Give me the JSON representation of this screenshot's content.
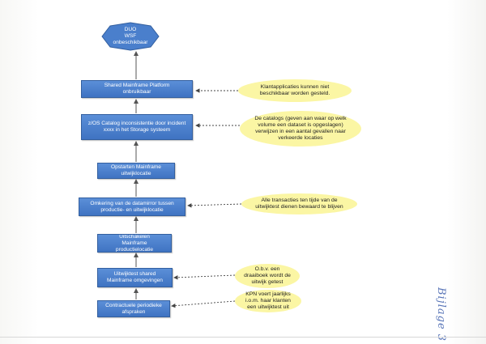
{
  "diagram": {
    "top_node": "DUO\nWSF\nonbeschikbaar",
    "boxes": [
      "Shared Mainframe Platform\nonbruikbaar",
      "z/OS Catalog inconsistentie door incident\nxxxx in het Storage systeem",
      "Opstarten Mainframe\nuitwijklocatie",
      "Omkering van de datamirror tussen\nproductie- en uitwijklocatie",
      "Uitschakelen\nMainframe\nproductielocatie",
      "Uitwijktest shared\nMainframe omgevingen",
      "Contractuele periodieke\nafspraken"
    ],
    "notes": [
      "Klantapplicaties kunnen niet\nbeschikbaar worden gesteld.",
      "De catalogs (geven aan waar op welk\nvolume een dataset is opgeslagen)\nverwijzen in een aantal gevallen naar\nverkeerde locaties",
      "Alle transacties ten tijde van de\nuitwijktest dienen bewaard te blijven",
      "O.b.v. een\ndraaiboek wordt de\nuitwijk getest",
      "KPN voert jaarlijks\ni.o.m. haar klanten\neen uitwijktest uit"
    ]
  },
  "annotation": {
    "handwritten": "Bijlage 3"
  },
  "colors": {
    "box_fill": "#4a7fcc",
    "box_border": "#335f9f",
    "note_fill": "#fbf6a4",
    "arrow": "#555555"
  }
}
